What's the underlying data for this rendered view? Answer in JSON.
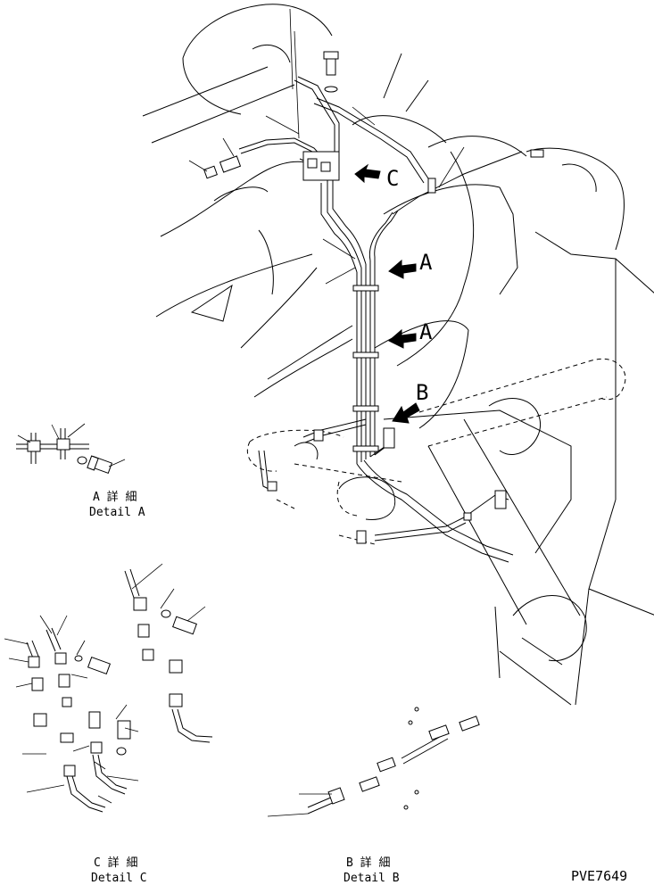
{
  "figure_code": "PVE7649",
  "main": {
    "arrow_labels": {
      "c": "C",
      "a1": "A",
      "a2": "A",
      "b": "B"
    }
  },
  "details": {
    "a": {
      "jp": "A 詳 細",
      "en": "Detail A"
    },
    "b": {
      "jp": "B 詳 細",
      "en": "Detail B"
    },
    "c": {
      "jp": "C 詳 細",
      "en": "Detail C"
    }
  }
}
